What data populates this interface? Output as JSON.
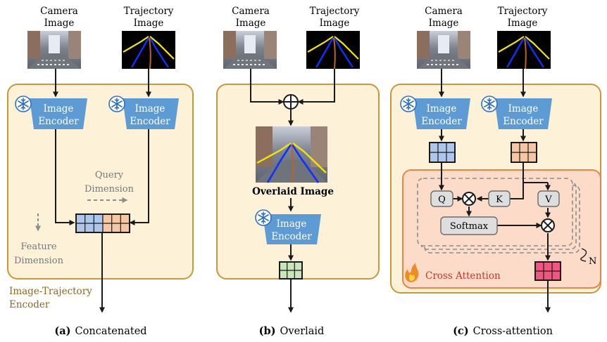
{
  "labels": {
    "camera_l1": "Camera",
    "camera_l2": "Image",
    "traj_l1": "Trajectory",
    "traj_l2": "Image",
    "encoder_l1": "Image",
    "encoder_l2": "Encoder",
    "query_l1": "Query",
    "query_l2": "Dimension",
    "feature_l1": "Feature",
    "feature_l2": "Dimension",
    "itenc_l1": "Image-Trajectory",
    "itenc_l2": "Encoder",
    "overlaid": "Overlaid Image",
    "q": "Q",
    "k": "K",
    "v": "V",
    "softmax": "Softmax",
    "n": "N",
    "cross_attention": "Cross Attention"
  },
  "captions": {
    "a_tag": "(a)",
    "a_text": "Concatenated",
    "b_tag": "(b)",
    "b_text": "Overlaid",
    "c_tag": "(c)",
    "c_text": "Cross-attention"
  },
  "colors": {
    "panel_fill": "#fdf2d8",
    "panel_stroke": "#c49a3a",
    "encoder_fill": "#5d9bd5",
    "blue_grid": "#aec6ec",
    "orange_grid": "#f6c7a4",
    "green_grid": "#c9e6b8",
    "pink_grid": "#f2567e",
    "cross_fill": "#fcdcc8",
    "cross_stroke": "#e8854a",
    "gray_box": "#dedede",
    "encoder_label_color": "#8a6a1c"
  },
  "icons": [
    "snowflake-icon",
    "flame-icon",
    "circle-plus-icon",
    "circle-times-icon"
  ]
}
